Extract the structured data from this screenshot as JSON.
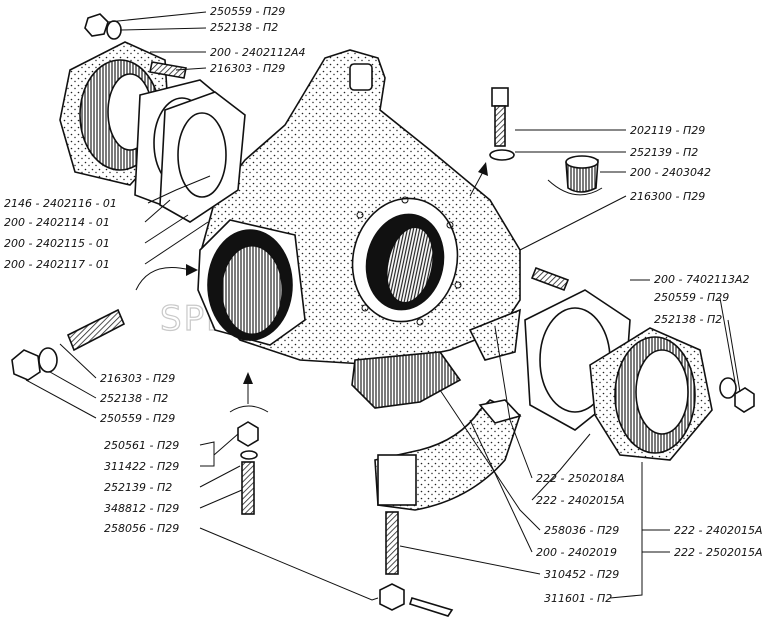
{
  "watermark": "SPECDRIVER.COM",
  "labels": {
    "l01": "250559 - П29",
    "l02": "252138 - П2",
    "l03": "200 - 2402112А4",
    "l04": "216303 - П29",
    "l05": "2146 - 2402116 - 01",
    "l06": "200 - 2402114 - 01",
    "l07": "200 - 2402115 - 01",
    "l08": "200 - 2402117 - 01",
    "l09": "202119 - П29",
    "l10": "252139 - П2",
    "l11": "200 - 2403042",
    "l12": "216300 - П29",
    "l13": "200 - 7402113А2",
    "l14": "250559 - П29",
    "l15": "252138 - П2",
    "l16": "216303 - П29",
    "l17": "252138 - П2",
    "l18": "250559 - П29",
    "l19": "250561 - П29",
    "l20": "311422 - П29",
    "l21": "252139 - П2",
    "l22": "348812 - П29",
    "l23": "258056 - П29",
    "l24": "222 - 2502018А",
    "l25": "222 - 2402015А",
    "l26": "258036 - П29",
    "l27": "222 - 2402015А",
    "l28": "200 - 2402019",
    "l29": "222 - 2502015А",
    "l30": "310452 - П29",
    "l31": "311601 - П2"
  }
}
